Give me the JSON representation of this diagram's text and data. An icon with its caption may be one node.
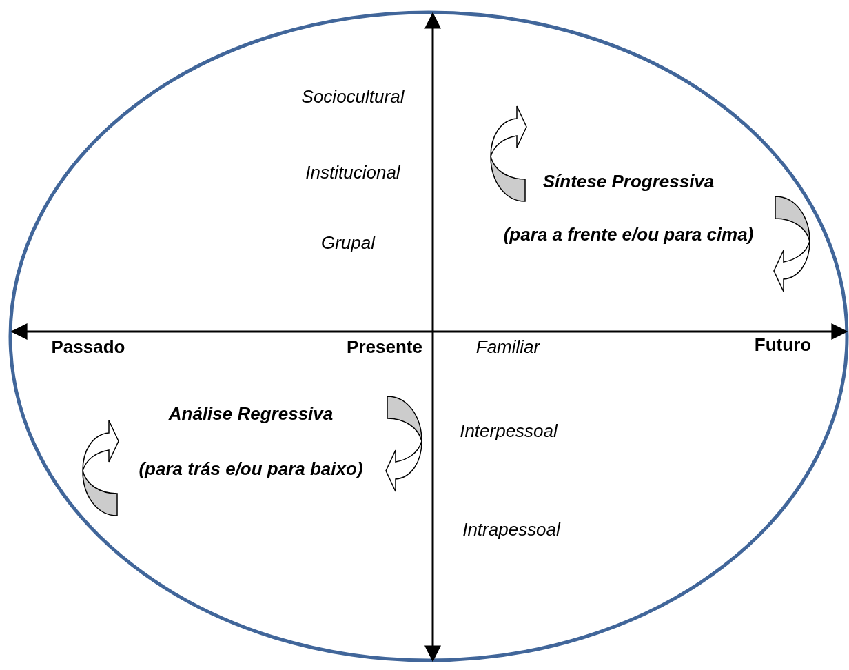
{
  "diagram": {
    "labels": [
      "Sociocultural",
      "Institucional",
      "Grupal",
      "Síntese Progressiva",
      "(para a frente e/ou para cima)",
      "Passado",
      "Presente",
      "Familiar",
      "Futuro",
      "Análise Regressiva",
      "(para trás e/ou para baixo)",
      "Interpessoal",
      "Intrapessoal"
    ]
  }
}
